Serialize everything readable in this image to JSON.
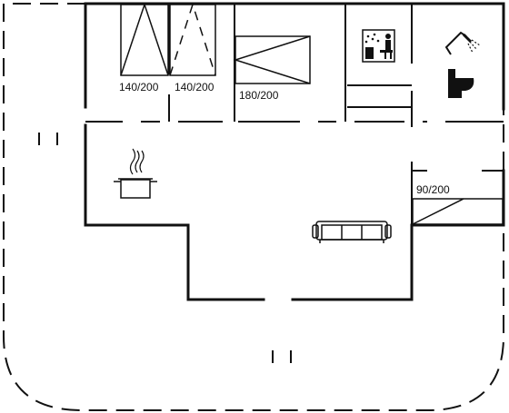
{
  "floorplan": {
    "colors": {
      "wall": "#111111",
      "background": "#ffffff"
    },
    "bed_labels": {
      "bed1": "140/200",
      "bed2": "140/200",
      "bed3": "180/200",
      "bed4": "90/200"
    },
    "icons": [
      "sauna-icon",
      "shower-icon",
      "toilet-icon",
      "cooking-pot-icon",
      "sofa-icon"
    ]
  }
}
